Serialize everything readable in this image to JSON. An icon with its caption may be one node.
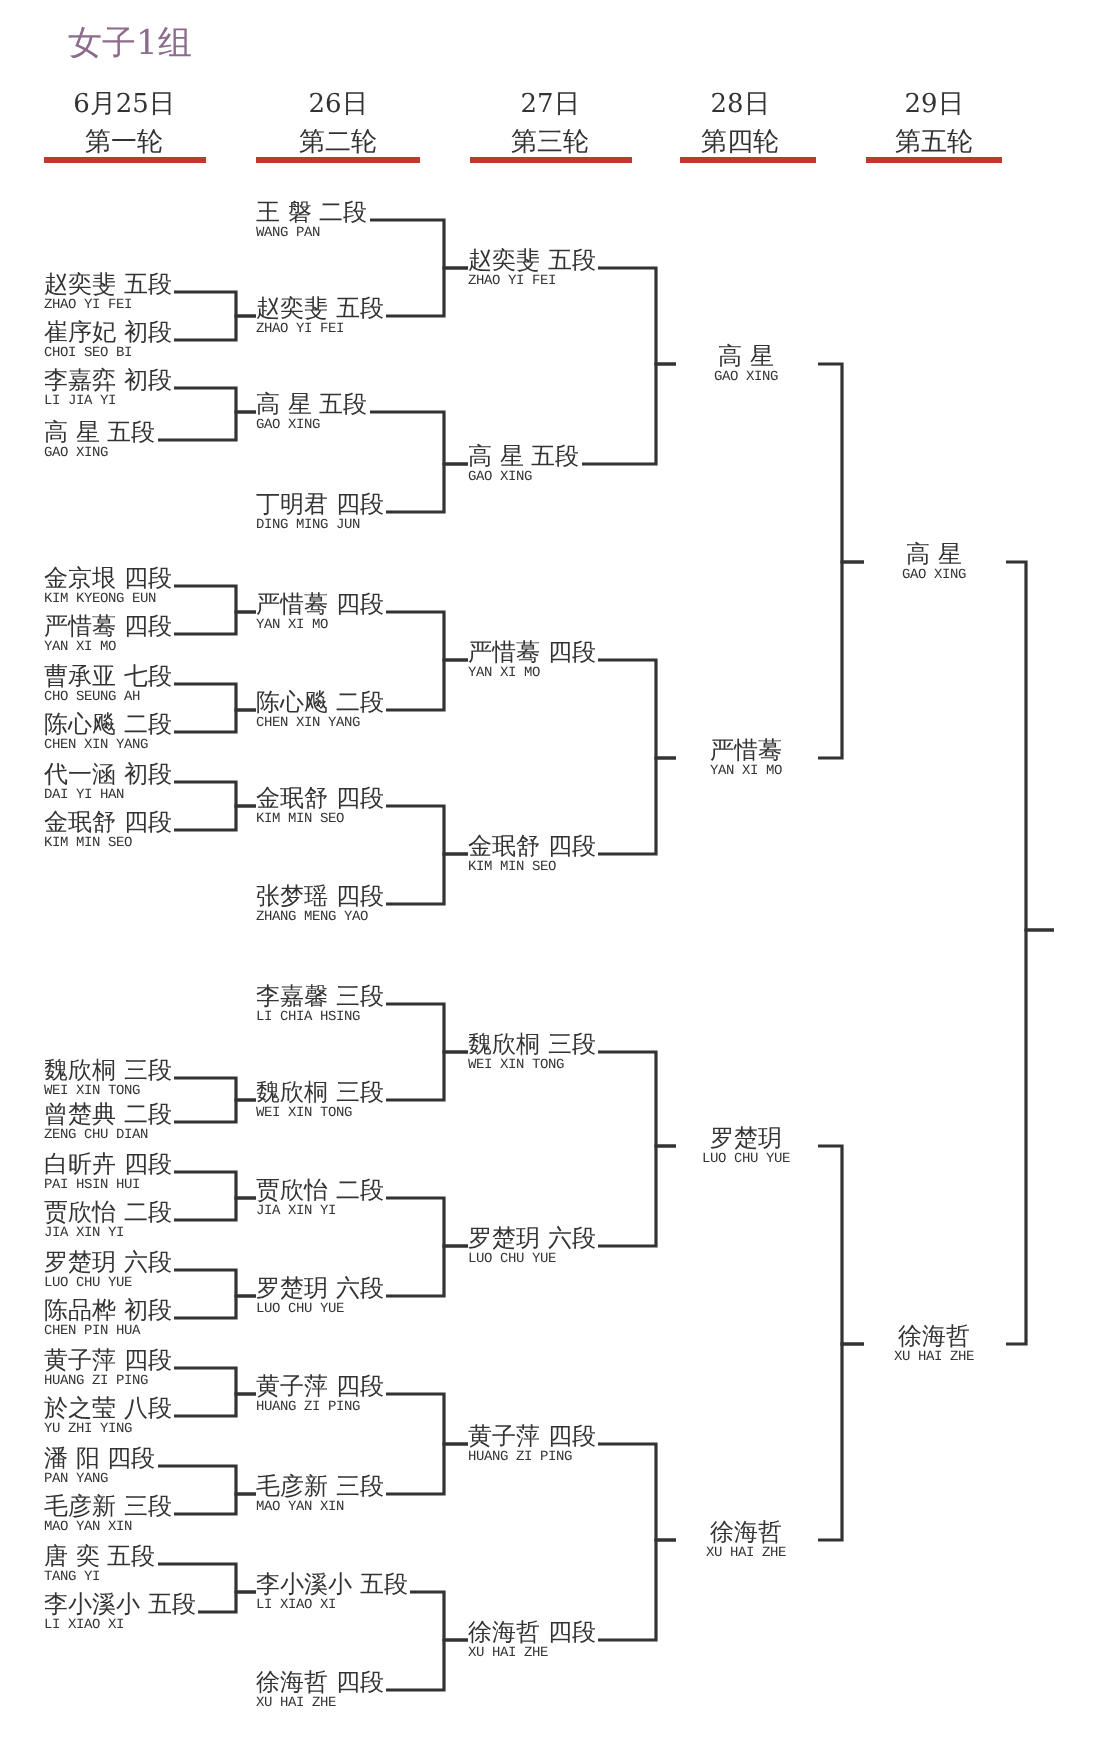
{
  "diagram": {
    "title": "女子1组",
    "labels": [
      "6月25日",
      "第一轮",
      "26日",
      "第二轮",
      "27日",
      "第三轮",
      "28日",
      "第四轮",
      "29日",
      "第五轮"
    ],
    "nodes": [
      {
        "text": [
          "赵奕斐 五段",
          "ZHAO YI FEI"
        ]
      },
      {
        "text": [
          "崔序妃 初段",
          "CHOI SEO BI"
        ]
      },
      {
        "text": [
          "李嘉弈 初段",
          "LI JIA YI"
        ]
      },
      {
        "text": [
          "高 星 五段",
          "GAO XING"
        ]
      },
      {
        "text": [
          "金京垠 四段",
          "KIM KYEONG EUN"
        ]
      },
      {
        "text": [
          "严惜蓦 四段",
          "YAN XI MO"
        ]
      },
      {
        "text": [
          "曹承亚 七段",
          "CHO SEUNG AH"
        ]
      },
      {
        "text": [
          "陈心飚 二段",
          "CHEN XIN YANG"
        ]
      },
      {
        "text": [
          "代一涵 初段",
          "DAI YI HAN"
        ]
      },
      {
        "text": [
          "金珉舒 四段",
          "KIM MIN SEO"
        ]
      },
      {
        "text": [
          "魏欣桐 三段",
          "WEI XIN TONG"
        ]
      },
      {
        "text": [
          "曾楚典 二段",
          "ZENG CHU DIAN"
        ]
      },
      {
        "text": [
          "白昕卉 四段",
          "PAI HSIN HUI"
        ]
      },
      {
        "text": [
          "贾欣怡 二段",
          "JIA XIN YI"
        ]
      },
      {
        "text": [
          "罗楚玥 六段",
          "LUO CHU YUE"
        ]
      },
      {
        "text": [
          "陈品桦 初段",
          "CHEN PIN HUA"
        ]
      },
      {
        "text": [
          "黄子萍 四段",
          "HUANG ZI PING"
        ]
      },
      {
        "text": [
          "於之莹 八段",
          "YU ZHI YING"
        ]
      },
      {
        "text": [
          "潘 阳 四段",
          "PAN YANG"
        ]
      },
      {
        "text": [
          "毛彦新 三段",
          "MAO YAN XIN"
        ]
      },
      {
        "text": [
          "唐 奕 五段",
          "TANG YI"
        ]
      },
      {
        "text": [
          "李小溪小 五段",
          "LI XIAO XI"
        ]
      },
      {
        "text": [
          "王 磐 二段",
          "WANG PAN"
        ]
      },
      {
        "text": [
          "赵奕斐 五段",
          "ZHAO YI FEI"
        ]
      },
      {
        "text": [
          "高 星 五段",
          "GAO XING"
        ]
      },
      {
        "text": [
          "丁明君 四段",
          "DING MING JUN"
        ]
      },
      {
        "text": [
          "严惜蓦 四段",
          "YAN XI MO"
        ]
      },
      {
        "text": [
          "陈心飚 二段",
          "CHEN XIN YANG"
        ]
      },
      {
        "text": [
          "金珉舒 四段",
          "KIM MIN SEO"
        ]
      },
      {
        "text": [
          "张梦瑶 四段",
          "ZHANG MENG YAO"
        ]
      },
      {
        "text": [
          "李嘉馨 三段",
          "LI CHIA HSING"
        ]
      },
      {
        "text": [
          "魏欣桐 三段",
          "WEI XIN TONG"
        ]
      },
      {
        "text": [
          "贾欣怡 二段",
          "JIA XIN YI"
        ]
      },
      {
        "text": [
          "罗楚玥 六段",
          "LUO CHU YUE"
        ]
      },
      {
        "text": [
          "黄子萍 四段",
          "HUANG ZI PING"
        ]
      },
      {
        "text": [
          "毛彦新 三段",
          "MAO YAN XIN"
        ]
      },
      {
        "text": [
          "李小溪小 五段",
          "LI XIAO XI"
        ]
      },
      {
        "text": [
          "徐海哲 四段",
          "XU HAI ZHE"
        ]
      },
      {
        "text": [
          "赵奕斐 五段",
          "ZHAO YI FEI"
        ]
      },
      {
        "text": [
          "高 星 五段",
          "GAO XING"
        ]
      },
      {
        "text": [
          "严惜蓦 四段",
          "YAN XI MO"
        ]
      },
      {
        "text": [
          "金珉舒 四段",
          "KIM MIN SEO"
        ]
      },
      {
        "text": [
          "魏欣桐 三段",
          "WEI XIN TONG"
        ]
      },
      {
        "text": [
          "罗楚玥 六段",
          "LUO CHU YUE"
        ]
      },
      {
        "text": [
          "黄子萍 四段",
          "HUANG ZI PING"
        ]
      },
      {
        "text": [
          "徐海哲 四段",
          "XU HAI ZHE"
        ]
      },
      {
        "text": [
          "高 星",
          "GAO XING"
        ]
      },
      {
        "text": [
          "严惜蓦",
          "YAN XI MO"
        ]
      },
      {
        "text": [
          "罗楚玥",
          "LUO CHU YUE"
        ]
      },
      {
        "text": [
          "徐海哲",
          "XU HAI ZHE"
        ]
      },
      {
        "text": [
          "高 星",
          "GAO XING"
        ]
      },
      {
        "text": [
          "徐海哲",
          "XU HAI ZHE"
        ]
      }
    ],
    "edges": [
      {
        "from": 0,
        "to": 23,
        "arrow": "none"
      },
      {
        "from": 1,
        "to": 23,
        "arrow": "none"
      },
      {
        "from": 2,
        "to": 24,
        "arrow": "none"
      },
      {
        "from": 3,
        "to": 24,
        "arrow": "none"
      },
      {
        "from": 4,
        "to": 26,
        "arrow": "none"
      },
      {
        "from": 5,
        "to": 26,
        "arrow": "none"
      },
      {
        "from": 6,
        "to": 27,
        "arrow": "none"
      },
      {
        "from": 7,
        "to": 27,
        "arrow": "none"
      },
      {
        "from": 8,
        "to": 28,
        "arrow": "none"
      },
      {
        "from": 9,
        "to": 28,
        "arrow": "none"
      },
      {
        "from": 10,
        "to": 31,
        "arrow": "none"
      },
      {
        "from": 11,
        "to": 31,
        "arrow": "none"
      },
      {
        "from": 12,
        "to": 32,
        "arrow": "none"
      },
      {
        "from": 13,
        "to": 32,
        "arrow": "none"
      },
      {
        "from": 14,
        "to": 33,
        "arrow": "none"
      },
      {
        "from": 15,
        "to": 33,
        "arrow": "none"
      },
      {
        "from": 16,
        "to": 34,
        "arrow": "none"
      },
      {
        "from": 17,
        "to": 34,
        "arrow": "none"
      },
      {
        "from": 18,
        "to": 35,
        "arrow": "none"
      },
      {
        "from": 19,
        "to": 35,
        "arrow": "none"
      },
      {
        "from": 20,
        "to": 36,
        "arrow": "none"
      },
      {
        "from": 21,
        "to": 36,
        "arrow": "none"
      },
      {
        "from": 22,
        "to": 38,
        "arrow": "none"
      },
      {
        "from": 23,
        "to": 38,
        "arrow": "none"
      },
      {
        "from": 24,
        "to": 39,
        "arrow": "none"
      },
      {
        "from": 25,
        "to": 39,
        "arrow": "none"
      },
      {
        "from": 26,
        "to": 40,
        "arrow": "none"
      },
      {
        "from": 27,
        "to": 40,
        "arrow": "none"
      },
      {
        "from": 28,
        "to": 41,
        "arrow": "none"
      },
      {
        "from": 29,
        "to": 41,
        "arrow": "none"
      },
      {
        "from": 30,
        "to": 42,
        "arrow": "none"
      },
      {
        "from": 31,
        "to": 42,
        "arrow": "none"
      },
      {
        "from": 32,
        "to": 43,
        "arrow": "none"
      },
      {
        "from": 33,
        "to": 43,
        "arrow": "none"
      },
      {
        "from": 34,
        "to": 44,
        "arrow": "none"
      },
      {
        "from": 35,
        "to": 44,
        "arrow": "none"
      },
      {
        "from": 36,
        "to": 45,
        "arrow": "none"
      },
      {
        "from": 37,
        "to": 45,
        "arrow": "none"
      },
      {
        "from": 38,
        "to": 46,
        "arrow": "none"
      },
      {
        "from": 39,
        "to": 46,
        "arrow": "none"
      },
      {
        "from": 40,
        "to": 47,
        "arrow": "none"
      },
      {
        "from": 41,
        "to": 47,
        "arrow": "none"
      },
      {
        "from": 42,
        "to": 48,
        "arrow": "none"
      },
      {
        "from": 43,
        "to": 48,
        "arrow": "none"
      },
      {
        "from": 44,
        "to": 49,
        "arrow": "none"
      },
      {
        "from": 45,
        "to": 49,
        "arrow": "none"
      },
      {
        "from": 46,
        "to": 50,
        "arrow": "none"
      },
      {
        "from": 47,
        "to": 50,
        "arrow": "none"
      },
      {
        "from": 48,
        "to": 51,
        "arrow": "none"
      },
      {
        "from": 49,
        "to": 51,
        "arrow": "none"
      },
      {
        "from": 50,
        "to": null,
        "arrow": "none"
      },
      {
        "from": 51,
        "to": null,
        "arrow": "none"
      }
    ]
  }
}
